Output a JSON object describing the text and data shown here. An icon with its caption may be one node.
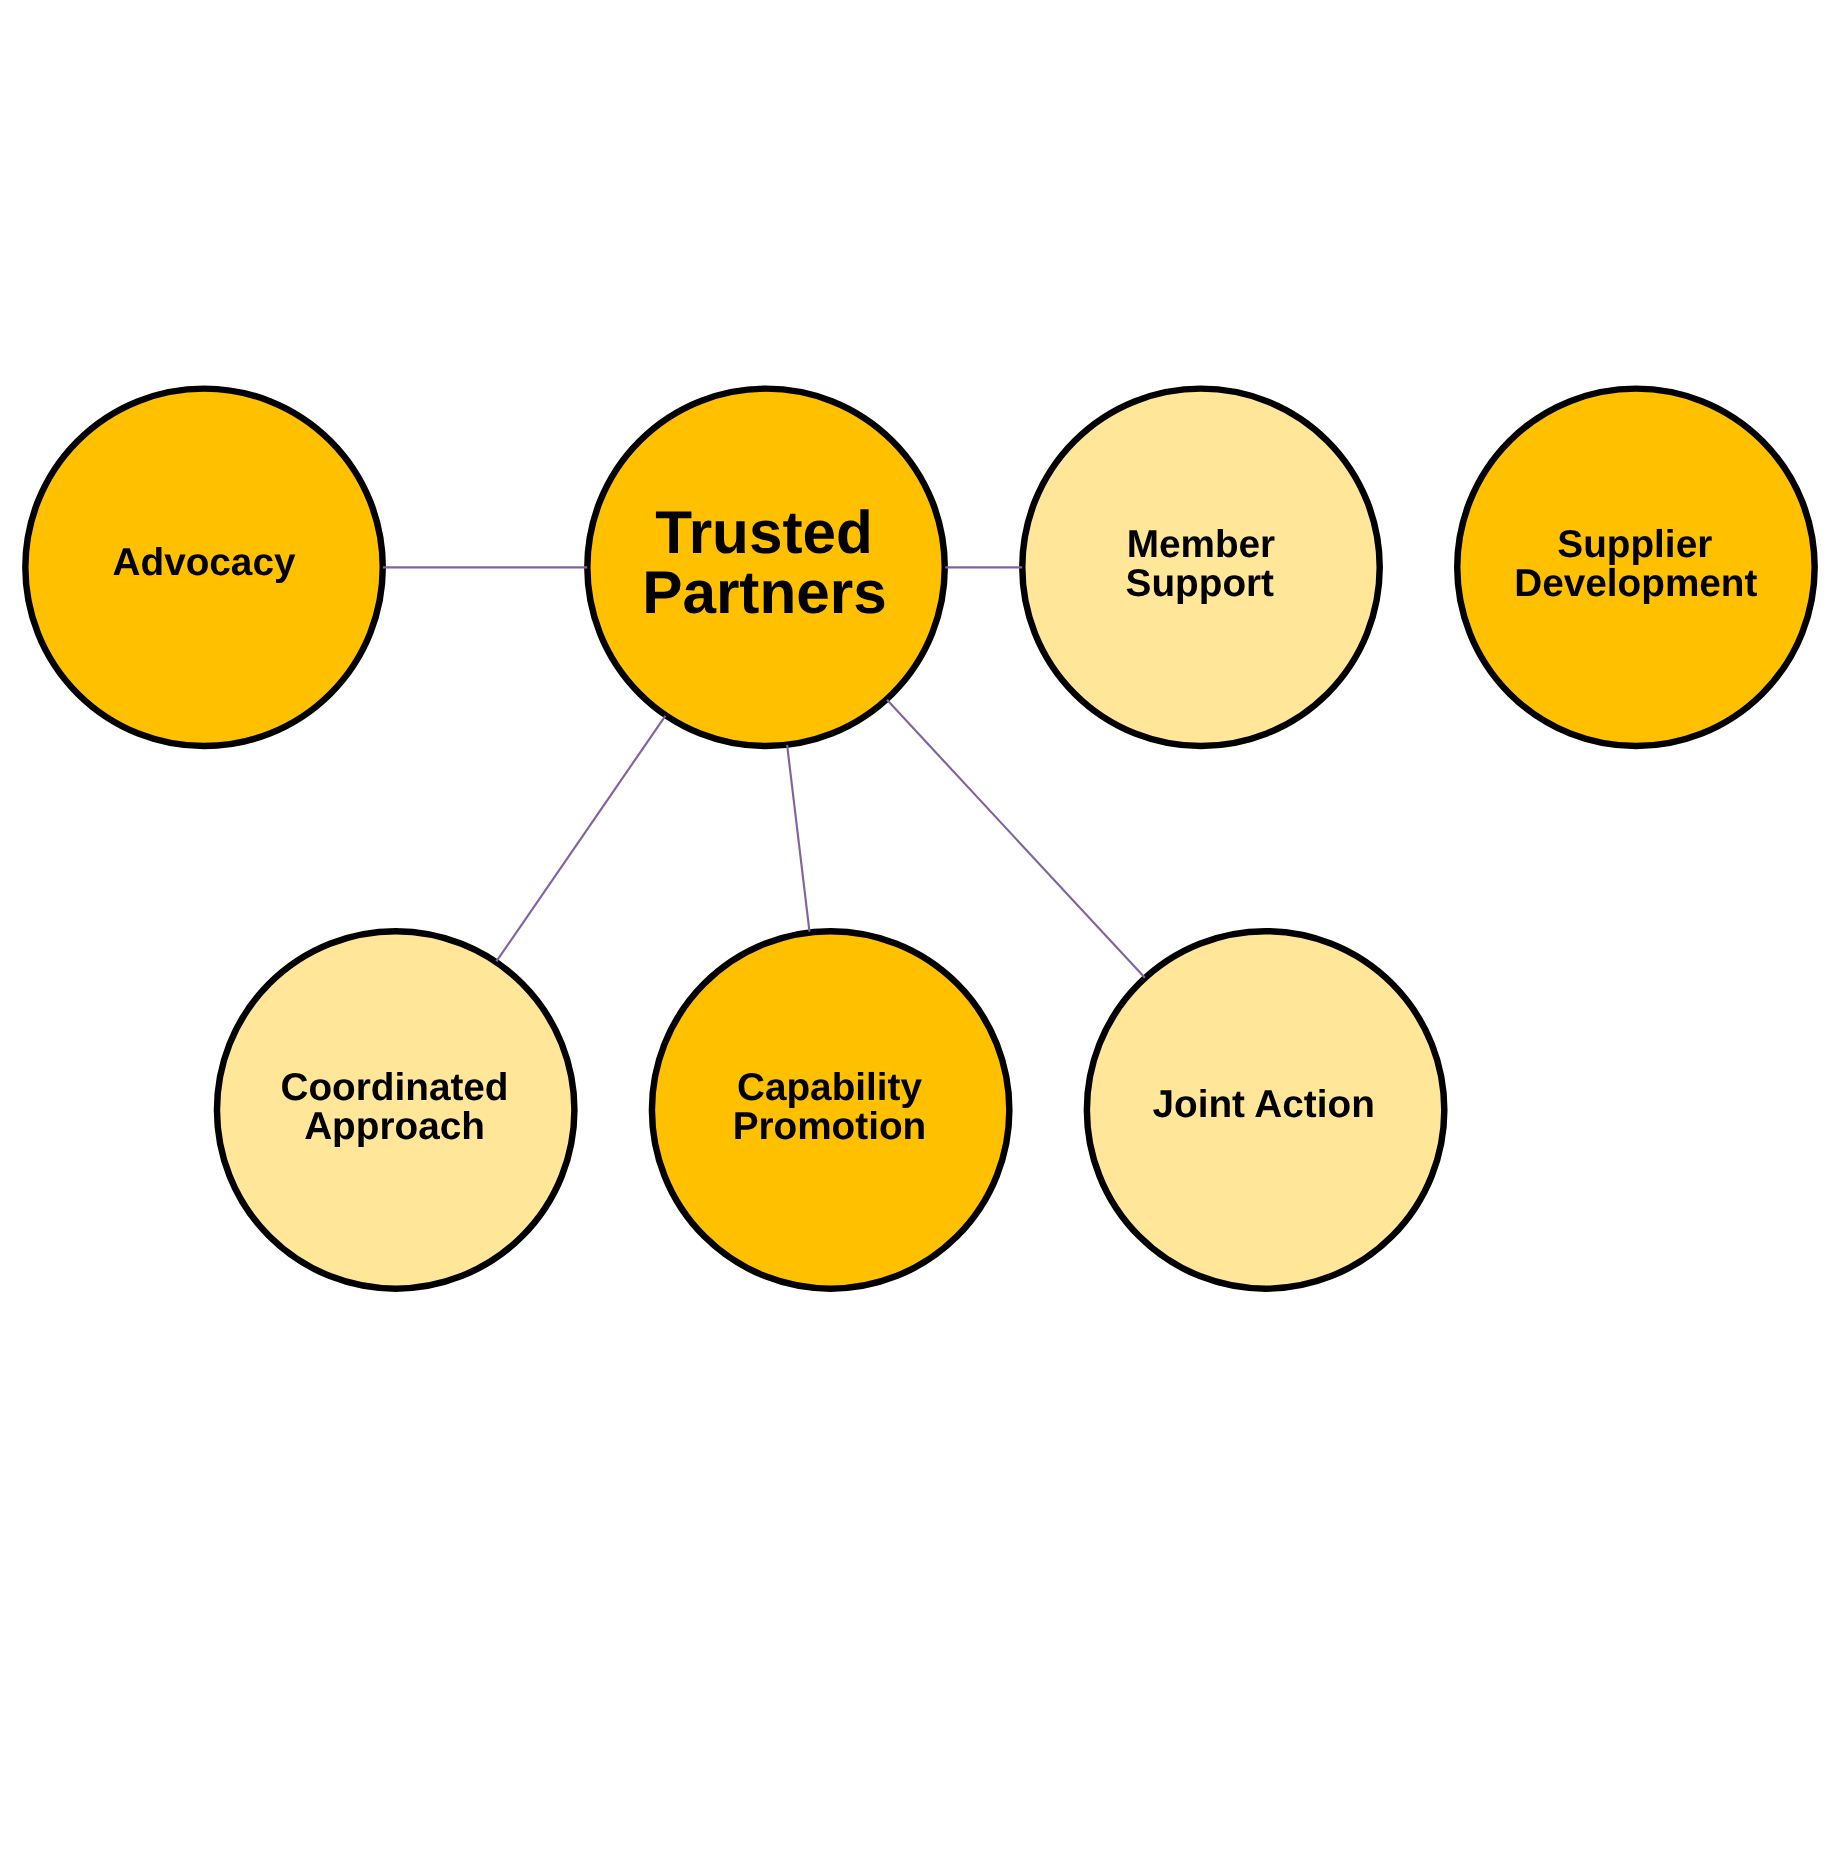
{
  "diagram": {
    "nodes": [
      {
        "text": [
          "Advocacy"
        ]
      },
      {
        "text": [
          "Trusted Partners"
        ]
      },
      {
        "text": [
          "Member Support"
        ]
      },
      {
        "text": [
          "Supplier Development"
        ]
      },
      {
        "text": [
          "Coordinated Approach"
        ]
      },
      {
        "text": [
          "Capability Promotion"
        ]
      },
      {
        "text": [
          "Joint Action"
        ]
      }
    ],
    "edges": [
      {
        "from": 0,
        "to": 1,
        "arrow": "none"
      },
      {
        "from": 1,
        "to": 2,
        "arrow": "none"
      },
      {
        "from": 1,
        "to": 4,
        "arrow": "none"
      },
      {
        "from": 1,
        "to": 5,
        "arrow": "none"
      },
      {
        "from": 1,
        "to": 6,
        "arrow": "none"
      }
    ]
  }
}
